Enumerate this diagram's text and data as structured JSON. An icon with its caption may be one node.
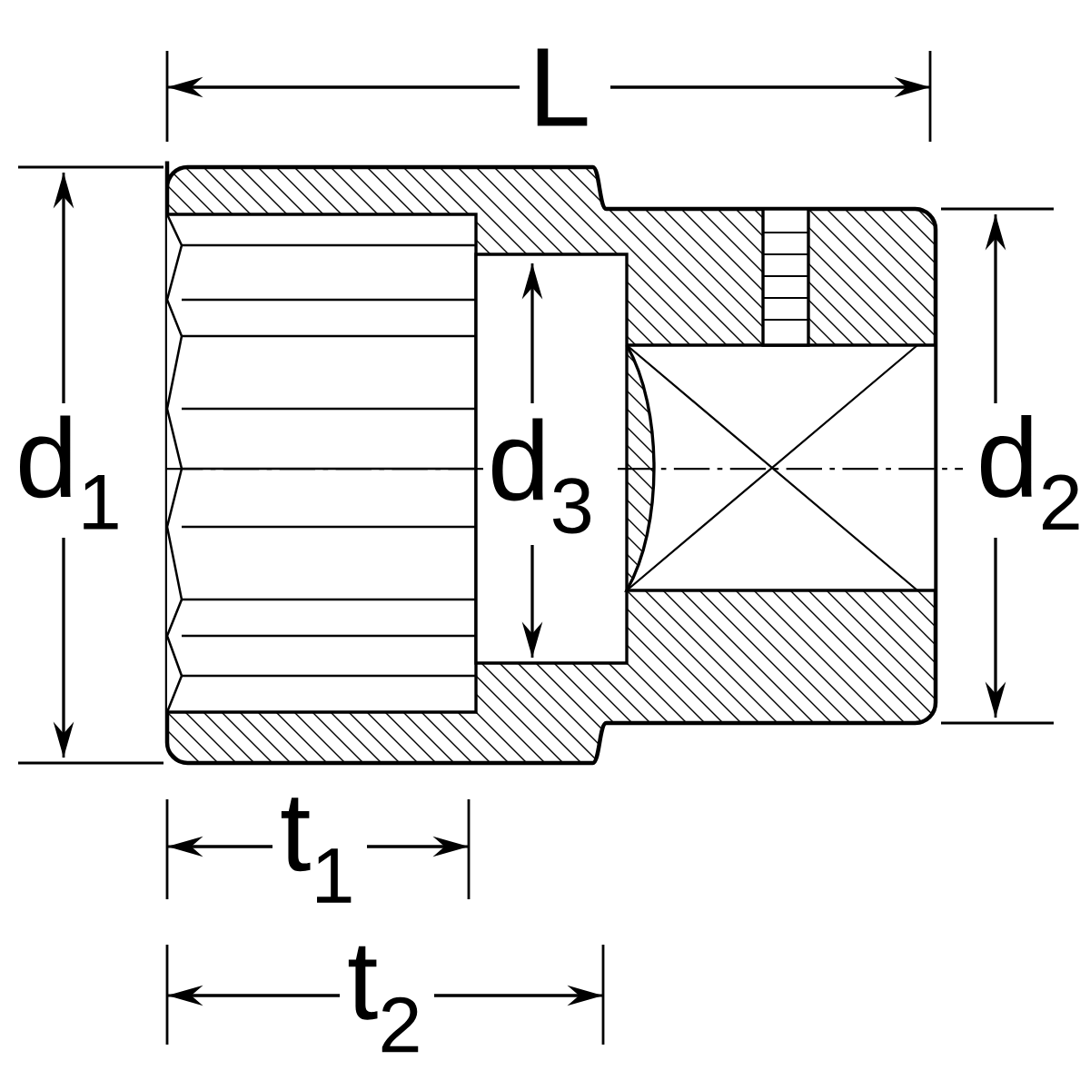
{
  "diagram": {
    "labels": [
      "L",
      "d$_{1}$",
      "d$_{3}$",
      "d$_{2}$",
      "t$_{1}$",
      "t$_{2}$"
    ]
  }
}
